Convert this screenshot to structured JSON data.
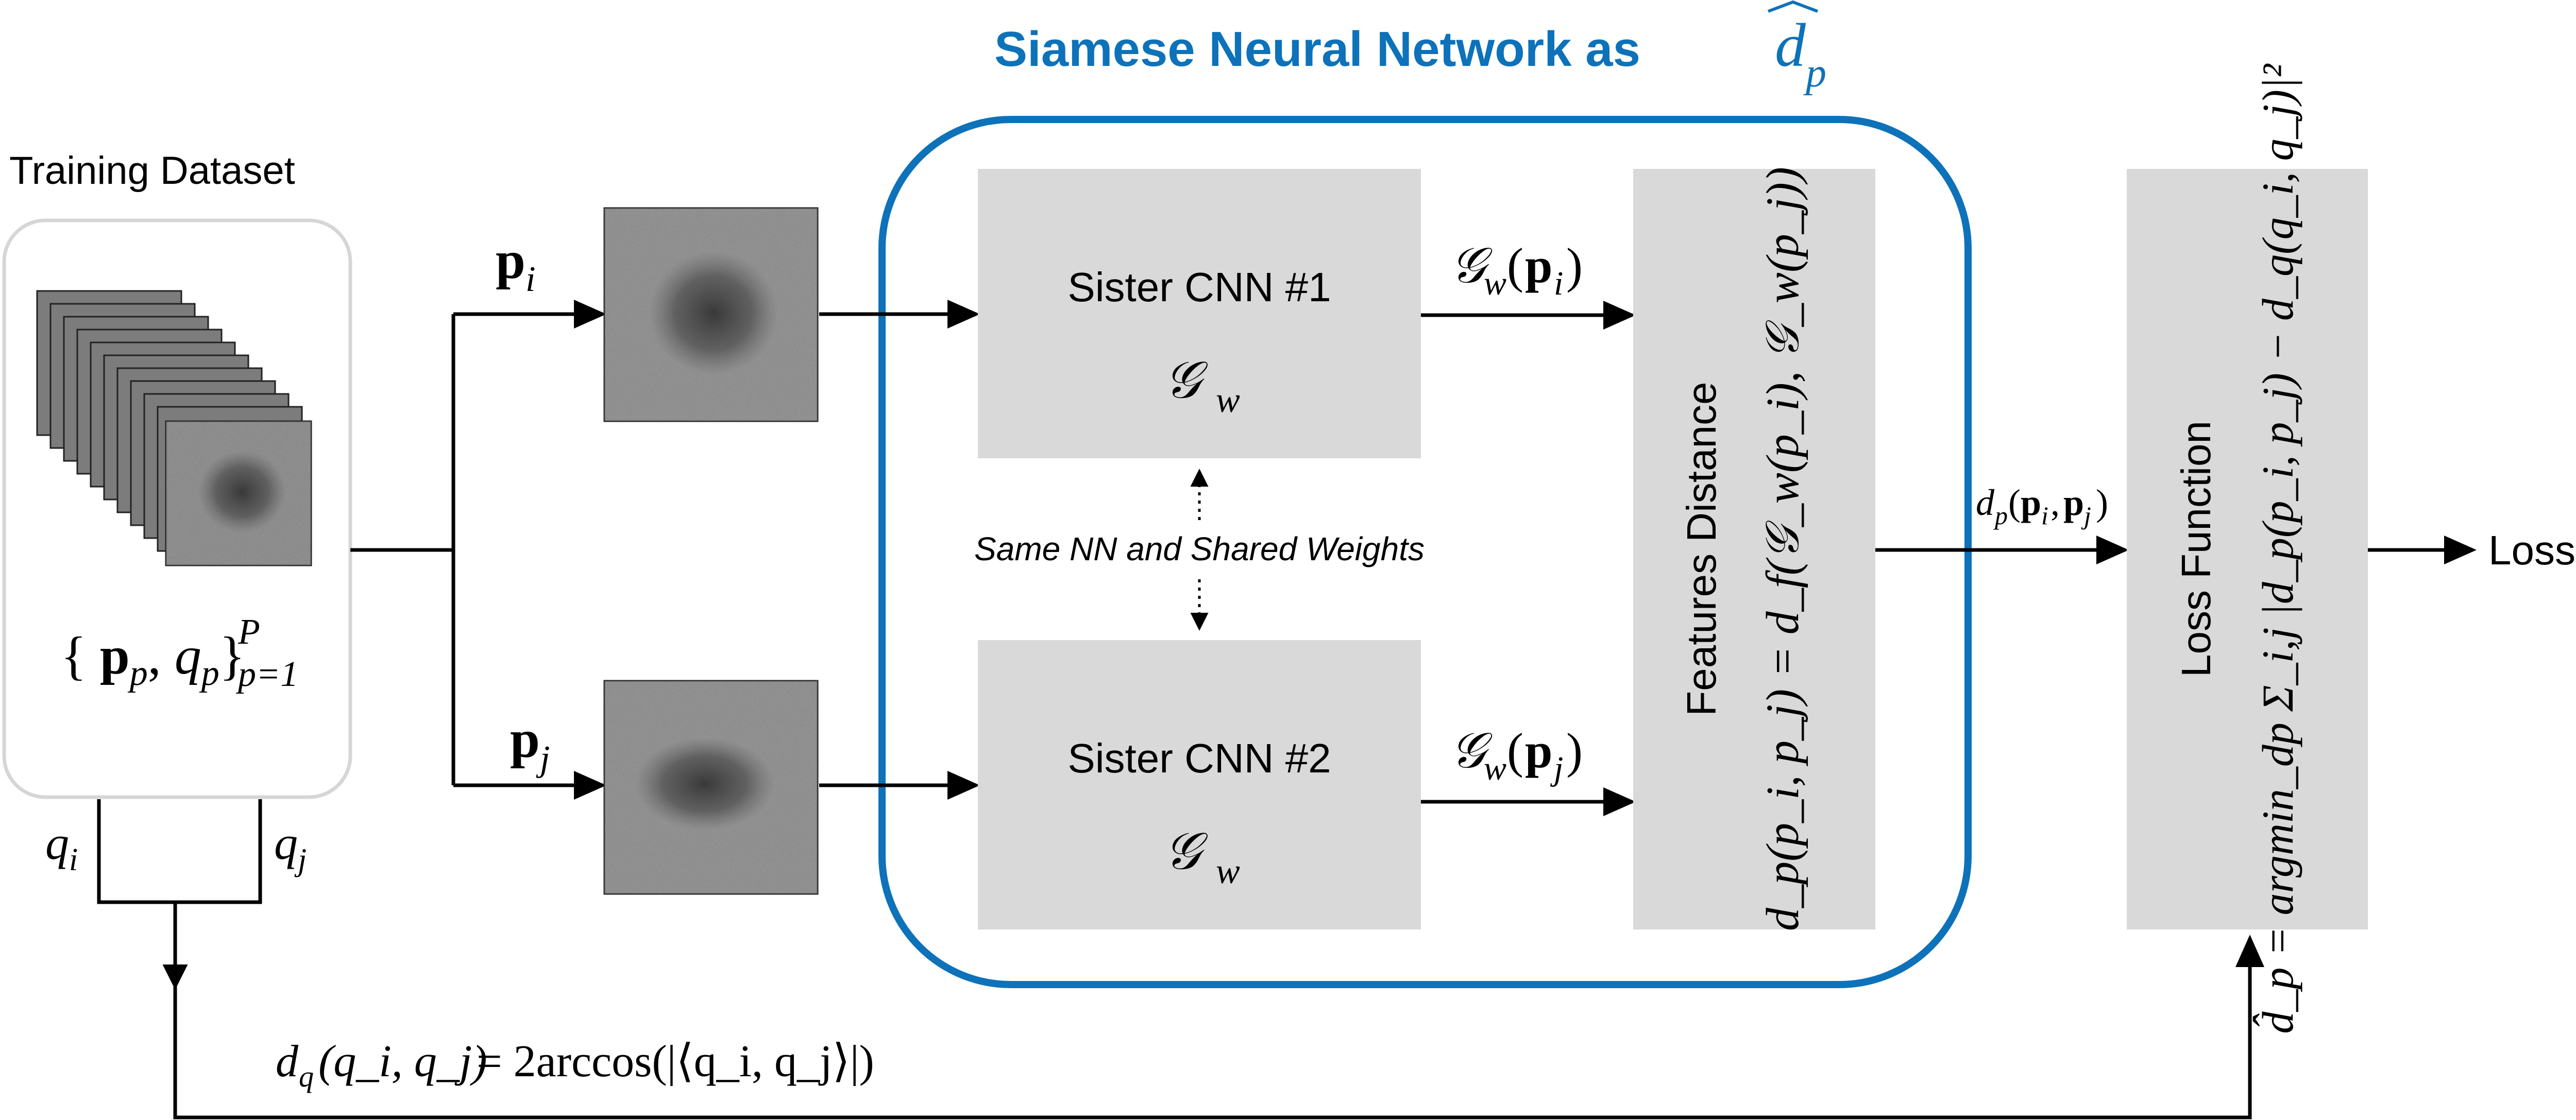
{
  "title": {
    "text": "Siamese Neural Network as ",
    "symbol_base": "d",
    "symbol_sub": "p",
    "color": "#0d72b9"
  },
  "dataset": {
    "label": "Training Dataset",
    "set_notation": {
      "open": "{",
      "p": "p",
      "p_sub": "p",
      "sep": ", ",
      "q": "q",
      "q_sub": "p",
      "close": "}",
      "range_sub": "p=1",
      "range_sup": "P"
    },
    "q_i": {
      "base": "q",
      "sub": "i"
    },
    "q_j": {
      "base": "q",
      "sub": "j"
    },
    "border_color": "#d6d6d6"
  },
  "inputs": {
    "p_i": {
      "base": "p",
      "sub": "i"
    },
    "p_j": {
      "base": "p",
      "sub": "j"
    }
  },
  "cnn1": {
    "title": "Sister CNN #1",
    "func": "𝒢",
    "func_sub": "w"
  },
  "cnn2": {
    "title": "Sister CNN #2",
    "func": "𝒢",
    "func_sub": "w"
  },
  "shared_label": "Same NN and Shared Weights",
  "features_out": {
    "top": {
      "func": "𝒢",
      "func_sub": "w",
      "arg": "p",
      "arg_sub": "i"
    },
    "bottom": {
      "func": "𝒢",
      "func_sub": "w",
      "arg": "p",
      "arg_sub": "j"
    }
  },
  "features_distance": {
    "label": "Features Distance",
    "equation": "d_p(p_i, p_j) = d_f(𝒢_w(p_i), 𝒢_w(p_j))"
  },
  "dp_label": {
    "base": "d",
    "sub": "p",
    "arg1": "p",
    "arg1_sub": "i",
    "arg2": "p",
    "arg2_sub": "j"
  },
  "loss_function": {
    "label": "Loss Function",
    "equation": "d̂_p = argmin_dp Σ_i,j |d_p(p_i, p_j) − d_q(q_i, q_j)|²"
  },
  "loss_output": "Loss",
  "dq_equation": {
    "lhs": "d",
    "lhs_sub": "q",
    "args": "(q_i, q_j)",
    "rhs": "= 2arccos(|⟨q_i, q_j⟩|)"
  },
  "colors": {
    "box_fill": "#d9d9d9",
    "network_border": "#0d72b9",
    "noise_base": "#7a7a7a"
  }
}
